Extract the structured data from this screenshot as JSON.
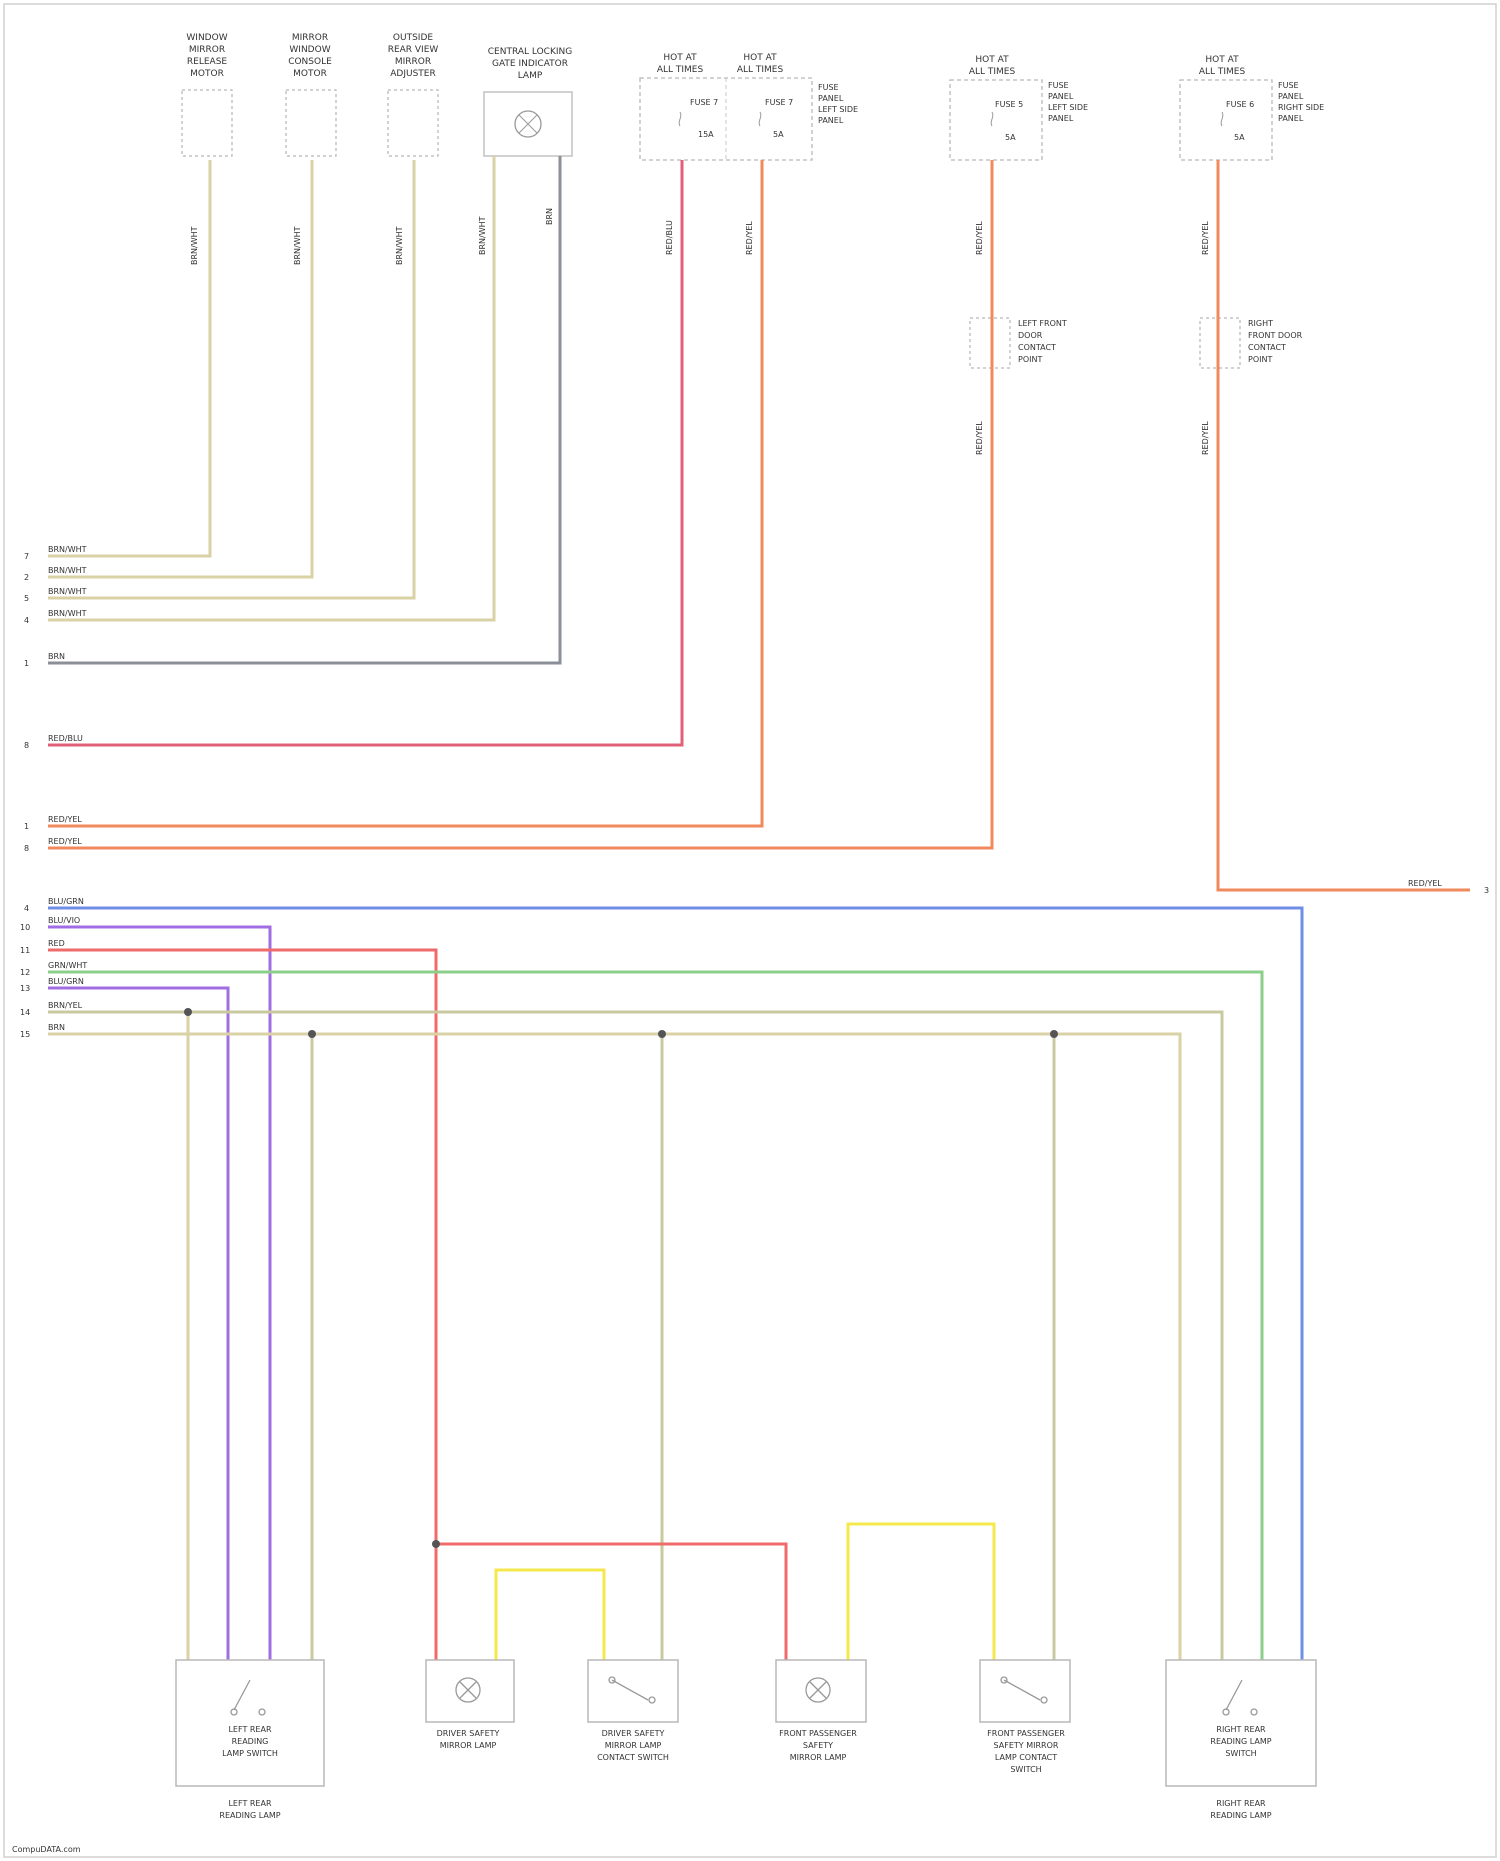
{
  "colors": {
    "tan": "#d8d2a6",
    "gray": "#8a8f98",
    "pink": "#e0607a",
    "orange": "#f08a5d",
    "blue": "#6f8ee6",
    "violet": "#a06ee0",
    "red": "#ef6a6a",
    "green": "#8ccf8a",
    "olive": "#c9c9a0",
    "yellow": "#f4e84d",
    "box_stroke": "#b8b8b8"
  },
  "icons": [
    "lamp-bulb-icon",
    "switch-contact-icon",
    "ground-splice-icon"
  ],
  "top_components": [
    {
      "id": "c1",
      "label": [
        "WINDOW",
        "MIRROR",
        "RELEASE",
        "MOTOR"
      ]
    },
    {
      "id": "c2",
      "label": [
        "MIRROR",
        "WINDOW",
        "CONSOLE",
        "MOTOR"
      ]
    },
    {
      "id": "c3",
      "label": [
        "OUTSIDE",
        "REAR VIEW",
        "MIRROR",
        "ADJUSTER"
      ]
    },
    {
      "id": "c4",
      "label": [
        "CENTRAL LOCKING",
        "GATE INDICATOR",
        "LAMP"
      ]
    },
    {
      "id": "f1",
      "label": [
        "HOT AT",
        "ALL TIMES"
      ],
      "fuse": "FUSE 7",
      "amps": "15A"
    },
    {
      "id": "f2",
      "label": [
        "HOT AT",
        "ALL TIMES"
      ],
      "fuse": "FUSE 7",
      "amps": "5A",
      "panel": [
        "FUSE",
        "PANEL",
        "LEFT SIDE",
        "PANEL"
      ]
    },
    {
      "id": "f3",
      "label": [
        "HOT AT",
        "ALL TIMES"
      ],
      "fuse": "FUSE 5",
      "amps": "5A",
      "panel": [
        "FUSE",
        "PANEL",
        "LEFT SIDE",
        "PANEL"
      ]
    },
    {
      "id": "f4",
      "label": [
        "HOT AT",
        "ALL TIMES"
      ],
      "fuse": "FUSE 6",
      "amps": "5A",
      "panel": [
        "FUSE",
        "PANEL",
        "RIGHT SIDE",
        "PANEL"
      ]
    }
  ],
  "door_contacts": [
    {
      "id": "d1",
      "label": [
        "LEFT FRONT",
        "DOOR",
        "CONTACT",
        "POINT"
      ]
    },
    {
      "id": "d2",
      "label": [
        "RIGHT",
        "FRONT DOOR",
        "CONTACT",
        "POINT"
      ]
    }
  ],
  "wire_codes": {
    "w_c1": "BRN/WHT",
    "w_c2": "BRN/WHT",
    "w_c3": "BRN/WHT",
    "w_c4": "BRN/WHT",
    "w_c4b": "BRN",
    "w_f1": "RED/BLU",
    "w_f2": "RED/YEL",
    "w_f3": "RED/YEL",
    "w_f3b": "RED/YEL",
    "w_f4": "RED/YEL",
    "w_f4b": "RED/YEL"
  },
  "left_pins": [
    {
      "pin": "7",
      "code": "BRN/WHT"
    },
    {
      "pin": "2",
      "code": "BRN/WHT"
    },
    {
      "pin": "5",
      "code": "BRN/WHT"
    },
    {
      "pin": "4",
      "code": "BRN/WHT"
    },
    {
      "pin": "1",
      "code": "BRN"
    },
    {
      "pin": "8",
      "code": "RED/BLU"
    },
    {
      "pin": "1",
      "code": "RED/YEL"
    },
    {
      "pin": "8",
      "code": "RED/YEL"
    },
    {
      "pin": "4",
      "code": "BLU/GRN"
    },
    {
      "pin": "10",
      "code": "BLU/VIO"
    },
    {
      "pin": "11",
      "code": "RED"
    },
    {
      "pin": "12",
      "code": "GRN/WHT"
    },
    {
      "pin": "13",
      "code": "BLU/GRN"
    },
    {
      "pin": "14",
      "code": "BRN/YEL"
    },
    {
      "pin": "15",
      "code": "BRN"
    }
  ],
  "right_exit": {
    "code": "RED/YEL",
    "pin": "3"
  },
  "bottom_components": [
    {
      "id": "b1",
      "label": [
        "LEFT REAR",
        "READING",
        "LAMP SWITCH"
      ],
      "sublabel": [
        "LEFT REAR",
        "READING LAMP"
      ]
    },
    {
      "id": "b2",
      "label": [
        "DRIVER SAFETY",
        "MIRROR LAMP"
      ]
    },
    {
      "id": "b3",
      "label": [
        "DRIVER SAFETY",
        "MIRROR LAMP",
        "CONTACT SWITCH"
      ]
    },
    {
      "id": "b4",
      "label": [
        "FRONT PASSENGER",
        "SAFETY",
        "MIRROR LAMP"
      ]
    },
    {
      "id": "b5",
      "label": [
        "FRONT PASSENGER",
        "SAFETY MIRROR",
        "LAMP CONTACT",
        "SWITCH"
      ]
    },
    {
      "id": "b6",
      "label": [
        "RIGHT REAR",
        "READING LAMP",
        "SWITCH"
      ],
      "sublabel": [
        "RIGHT REAR",
        "READING LAMP"
      ]
    }
  ],
  "footer": "CompuDATA.com"
}
